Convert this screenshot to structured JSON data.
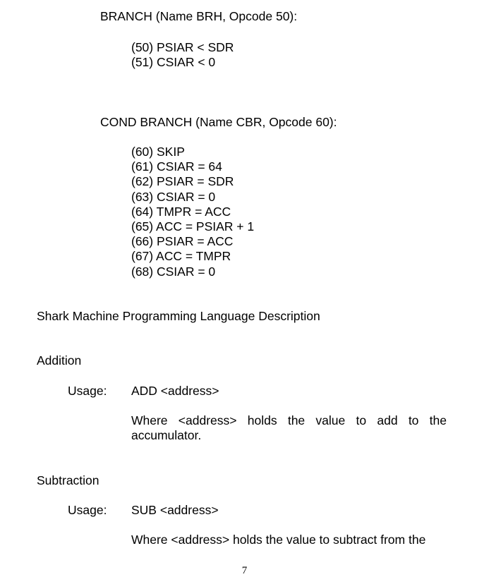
{
  "branch": {
    "heading": "BRANCH (Name BRH, Opcode 50):",
    "lines": [
      "(50) PSIAR < SDR",
      "(51) CSIAR < 0"
    ]
  },
  "cond_branch": {
    "heading": "COND BRANCH (Name CBR, Opcode 60):",
    "lines": [
      "(60) SKIP",
      "(61) CSIAR = 64",
      "(62) PSIAR = SDR",
      "(63) CSIAR = 0",
      "(64) TMPR = ACC",
      "(65) ACC = PSIAR + 1",
      "(66) PSIAR = ACC",
      "(67) ACC = TMPR",
      "(68) CSIAR = 0"
    ]
  },
  "section_title": "Shark Machine Programming Language Description",
  "addition": {
    "heading": "Addition",
    "usage_label": "Usage:",
    "usage_value": "ADD <address>",
    "description": "Where <address> holds the value to add to the accumulator."
  },
  "subtraction": {
    "heading": "Subtraction",
    "usage_label": "Usage:",
    "usage_value": "SUB <address>",
    "description": "Where <address> holds the value to subtract from the"
  },
  "page_number": "7"
}
